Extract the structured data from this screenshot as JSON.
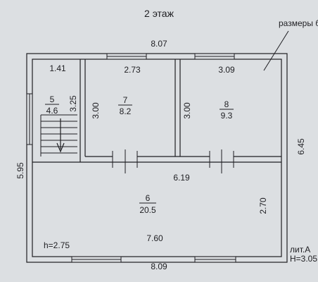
{
  "title": "2 этаж",
  "note_label": "размеры б",
  "outer_dims": {
    "top": "8.07",
    "bottom": "8.09",
    "right": "6.45",
    "left": "5.95"
  },
  "inner_dims": {
    "corridor_length": "6.19",
    "room_6_width": "7.60",
    "room_6_depth": "2.70",
    "room_7_width": "2.73",
    "room_7_depth": "3.00",
    "room_8_width": "3.09",
    "room_8_depth": "3.00",
    "stair_width": "1.41",
    "stair_length": "3.25"
  },
  "rooms": [
    {
      "number": "5",
      "area": "4.6"
    },
    {
      "number": "7",
      "area": "8.2"
    },
    {
      "number": "8",
      "area": "9.3"
    },
    {
      "number": "6",
      "area": "20.5"
    }
  ],
  "ceiling_height": "h=2.75",
  "letter": "лит.А",
  "building_height": "H=3.05"
}
